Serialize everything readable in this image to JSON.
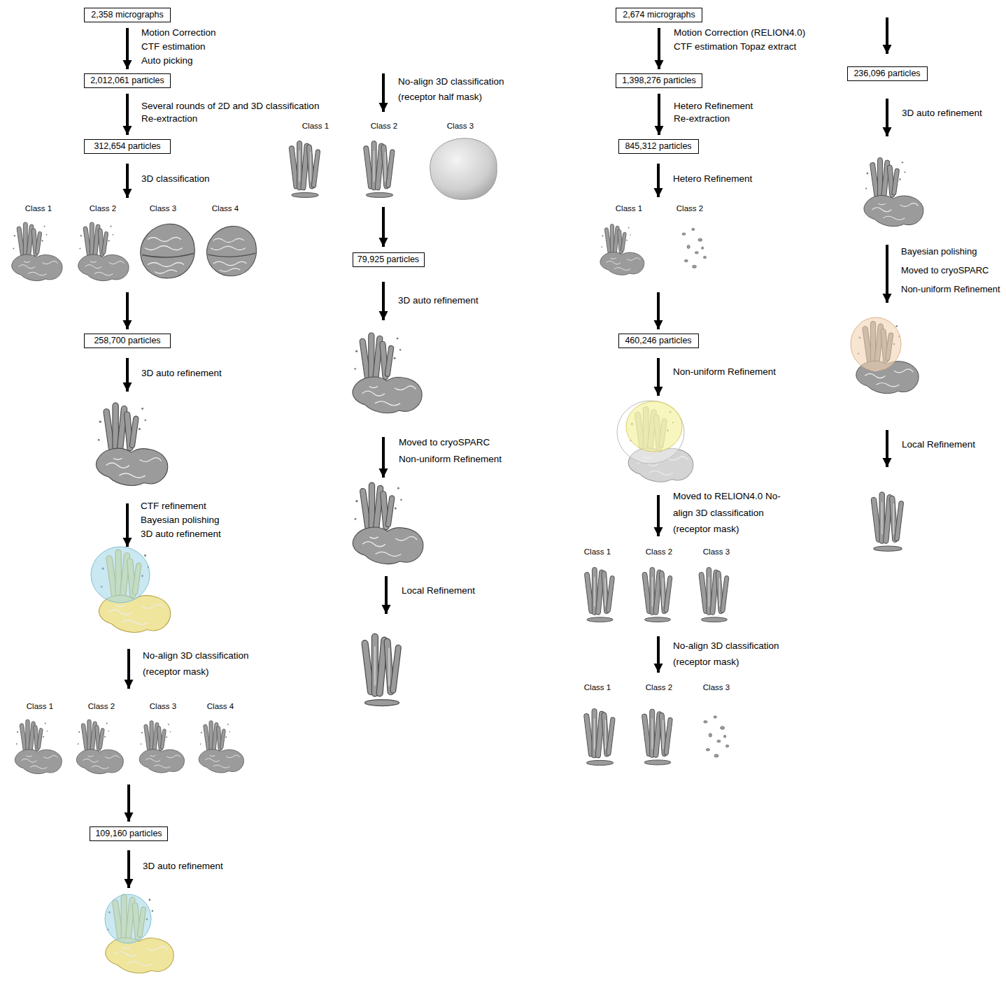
{
  "diagram": {
    "nodes": [
      {
        "text": [
          "2,358 micrographs"
        ]
      },
      {
        "text": [
          "2,012,061 particles"
        ]
      },
      {
        "text": [
          "312,654 particles"
        ]
      },
      {
        "text": [
          "258,700 particles"
        ]
      },
      {
        "text": [
          "109,160 particles"
        ]
      },
      {
        "text": [
          "79,925 particles"
        ]
      },
      {
        "text": [
          "2,674 micrographs"
        ]
      },
      {
        "text": [
          "1,398,276 particles"
        ]
      },
      {
        "text": [
          "845,312 particles"
        ]
      },
      {
        "text": [
          "460,246 particles"
        ]
      },
      {
        "text": [
          "236,096 particles"
        ]
      }
    ],
    "edges": [
      {
        "from": 0,
        "to": 1,
        "arrow": "to",
        "label": "Motion Correction CTF estimation Auto picking"
      },
      {
        "from": 1,
        "to": 2,
        "arrow": "to",
        "label": "Several rounds of 2D and 3D classification Re-extraction"
      },
      {
        "from": 6,
        "to": 7,
        "arrow": "to",
        "label": "Motion Correction (RELION4.0) CTF estimation Topaz extract"
      },
      {
        "from": 7,
        "to": 8,
        "arrow": "to",
        "label": "Hetero Refinement Re-extraction"
      }
    ],
    "labels": [
      "3D classification",
      "Class 1",
      "Class 2",
      "Class 3",
      "Class 4",
      "3D auto refinement",
      "CTF refinement Bayesian polishing 3D auto refinement",
      "No-align 3D classification (receptor mask)",
      "Class 1",
      "Class 2",
      "Class 3",
      "Class 4",
      "3D auto refinement",
      "No-align 3D classification (receptor half mask)",
      "Class 1",
      "Class 2",
      "Class 3",
      "3D auto refinement",
      "Moved to cryoSPARC Non-uniform Refinement",
      "Local Refinement",
      "Hetero Refinement",
      "Class 1",
      "Class 2",
      "Non-uniform Refinement",
      "Moved to RELION4.0 No-align 3D classification (receptor mask)",
      "Class 1",
      "Class 2",
      "Class 3",
      "No-align 3D classification (receptor mask)",
      "Class 1",
      "Class 2",
      "Class 3",
      "3D auto refinement",
      "Bayesian polishing Moved to cryoSPARC Non-uniform Refinement",
      "Local Refinement"
    ]
  }
}
